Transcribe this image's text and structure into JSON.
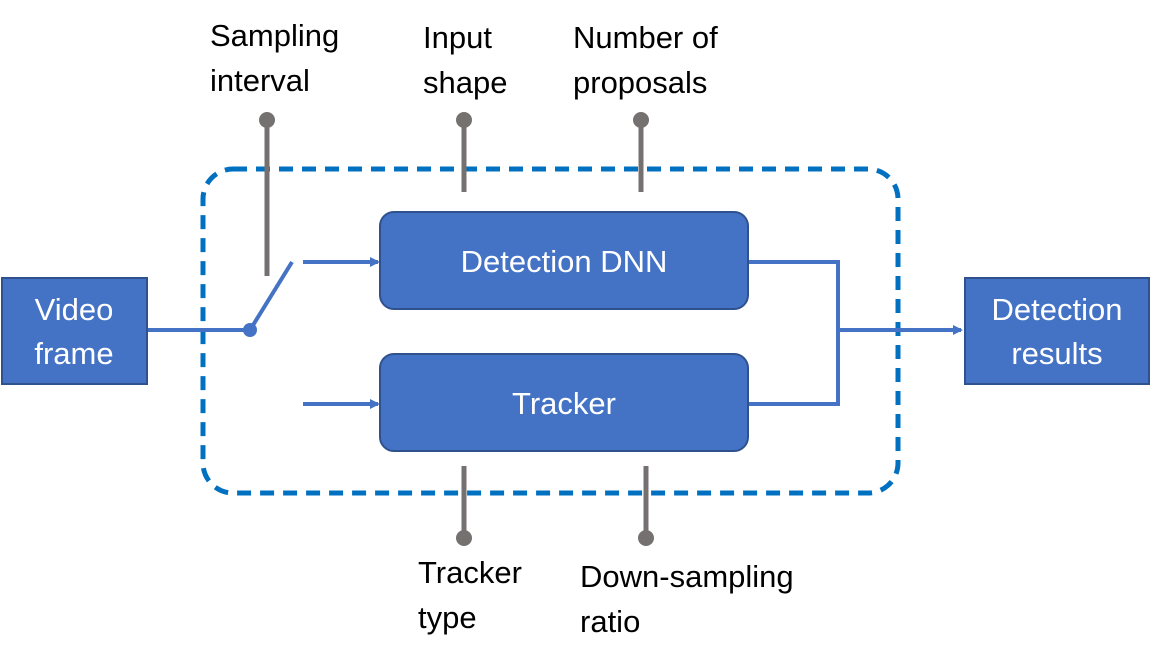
{
  "colors": {
    "box_fill": "#4472c4",
    "box_stroke": "#2f528f",
    "flow_line": "#4472c4",
    "dashed_border": "#0070c0",
    "knob": "#767171",
    "label_text": "#000000",
    "box_text": "#ffffff"
  },
  "input": {
    "line1": "Video",
    "line2": "frame"
  },
  "output": {
    "line1": "Detection",
    "line2": "results"
  },
  "detector": {
    "label": "Detection DNN"
  },
  "tracker": {
    "label": "Tracker"
  },
  "knobs": {
    "sampling_interval": {
      "line1": "Sampling",
      "line2": "interval"
    },
    "input_shape": {
      "line1": "Input",
      "line2": "shape"
    },
    "num_proposals": {
      "line1": "Number of",
      "line2": "proposals"
    },
    "tracker_type": {
      "line1": "Tracker",
      "line2": "type"
    },
    "downsampling_ratio": {
      "line1": "Down-sampling",
      "line2": "ratio"
    }
  }
}
